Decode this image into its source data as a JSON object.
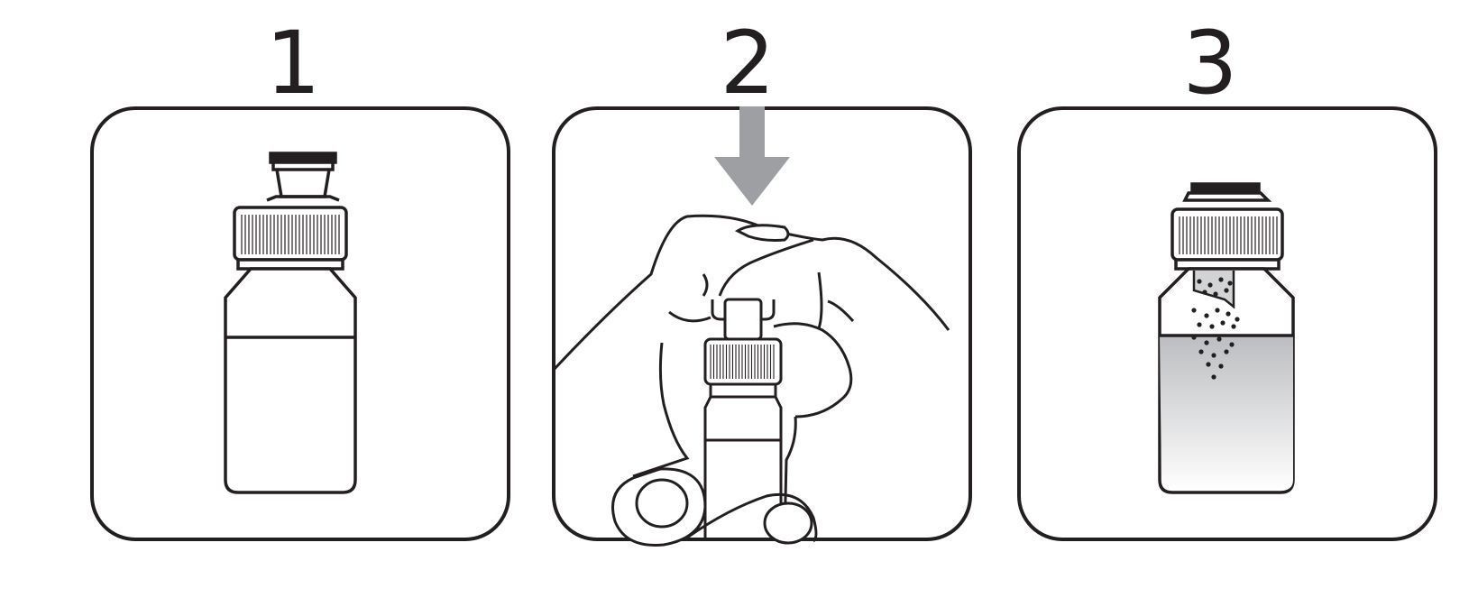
{
  "steps": [
    {
      "number": "1",
      "label": ""
    },
    {
      "number": "2",
      "label": ""
    },
    {
      "number": "3",
      "label": ""
    }
  ],
  "colors": {
    "line": "#231f20",
    "arrow": "#9d9fa2",
    "liquid_top": "#bcbdc0",
    "liquid_bottom": "#ffffff"
  },
  "icons": {
    "step1": "closed-bottle-icon",
    "step2": "hand-pressing-cap-icon",
    "step3": "powder-released-into-liquid-icon"
  },
  "arrow": {
    "direction": "down"
  }
}
